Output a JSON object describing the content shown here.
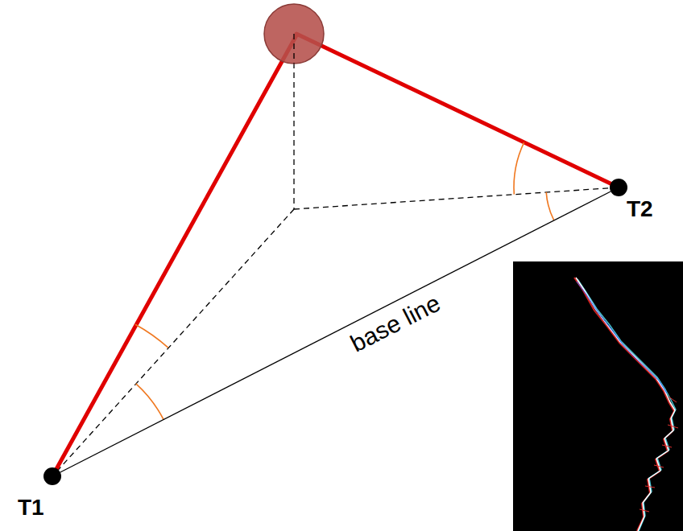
{
  "diagram": {
    "nodes": [
      {
        "text": [
          "T1"
        ]
      },
      {
        "text": [
          "T2"
        ]
      }
    ],
    "edges": [
      {
        "from": 0,
        "to": 1,
        "arrow": "none",
        "label": "base line"
      }
    ]
  }
}
